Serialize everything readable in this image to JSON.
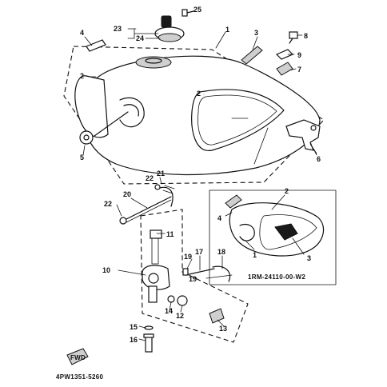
{
  "callouts": {
    "c1": "1",
    "c2": "2",
    "c3": "3",
    "c4": "4",
    "c5": "5",
    "c6": "6",
    "c7": "7",
    "c8": "8",
    "c9": "9",
    "c10": "10",
    "c11": "11",
    "c12": "12",
    "c13": "13",
    "c14": "14",
    "c15": "15",
    "c16": "16",
    "c17": "17",
    "c18": "18",
    "c19": "19",
    "c20": "20",
    "c21": "21",
    "c22": "22",
    "c23": "23",
    "c24": "24",
    "c25": "25"
  },
  "inset": {
    "code": "1RM-24110-00-W2",
    "callouts": {
      "c1": "1",
      "c2": "2",
      "c3": "3",
      "c4": "4"
    }
  },
  "footer": {
    "fwd_badge": "FWD",
    "diagram_code": "4PW1351-5260"
  }
}
